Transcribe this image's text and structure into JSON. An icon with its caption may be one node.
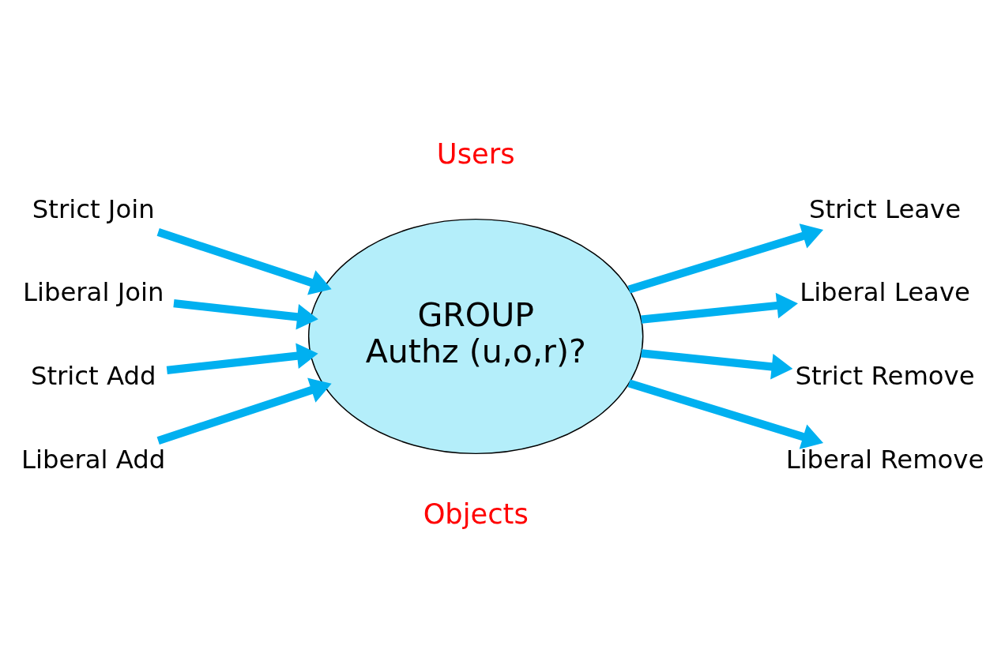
{
  "diagram": {
    "nodes": [
      {
        "text": [
          "Strict Join"
        ]
      },
      {
        "text": [
          "Strict Leave"
        ]
      },
      {
        "text": [
          "Liberal Join"
        ]
      },
      {
        "text": [
          "Liberal Leave"
        ]
      },
      {
        "text": [
          "GROUP",
          "Authz (u,o,r)?"
        ]
      },
      {
        "text": [
          "Strict Add"
        ]
      },
      {
        "text": [
          "Strict Remove"
        ]
      },
      {
        "text": [
          "Liberal Add"
        ]
      },
      {
        "text": [
          "Liberal Remove"
        ]
      }
    ],
    "edges": [
      {
        "from": 0,
        "to": 4,
        "arrow": "to"
      },
      {
        "from": 2,
        "to": 4,
        "arrow": "to"
      },
      {
        "from": 4,
        "to": 1,
        "arrow": "to"
      },
      {
        "from": 4,
        "to": 3,
        "arrow": "to"
      },
      {
        "from": 5,
        "to": 4,
        "arrow": "to"
      },
      {
        "from": 7,
        "to": 4,
        "arrow": "to"
      },
      {
        "from": 4,
        "to": 6,
        "arrow": "to"
      },
      {
        "from": 4,
        "to": 8,
        "arrow": "to"
      }
    ],
    "labels": [
      "Users",
      "Objects"
    ]
  }
}
